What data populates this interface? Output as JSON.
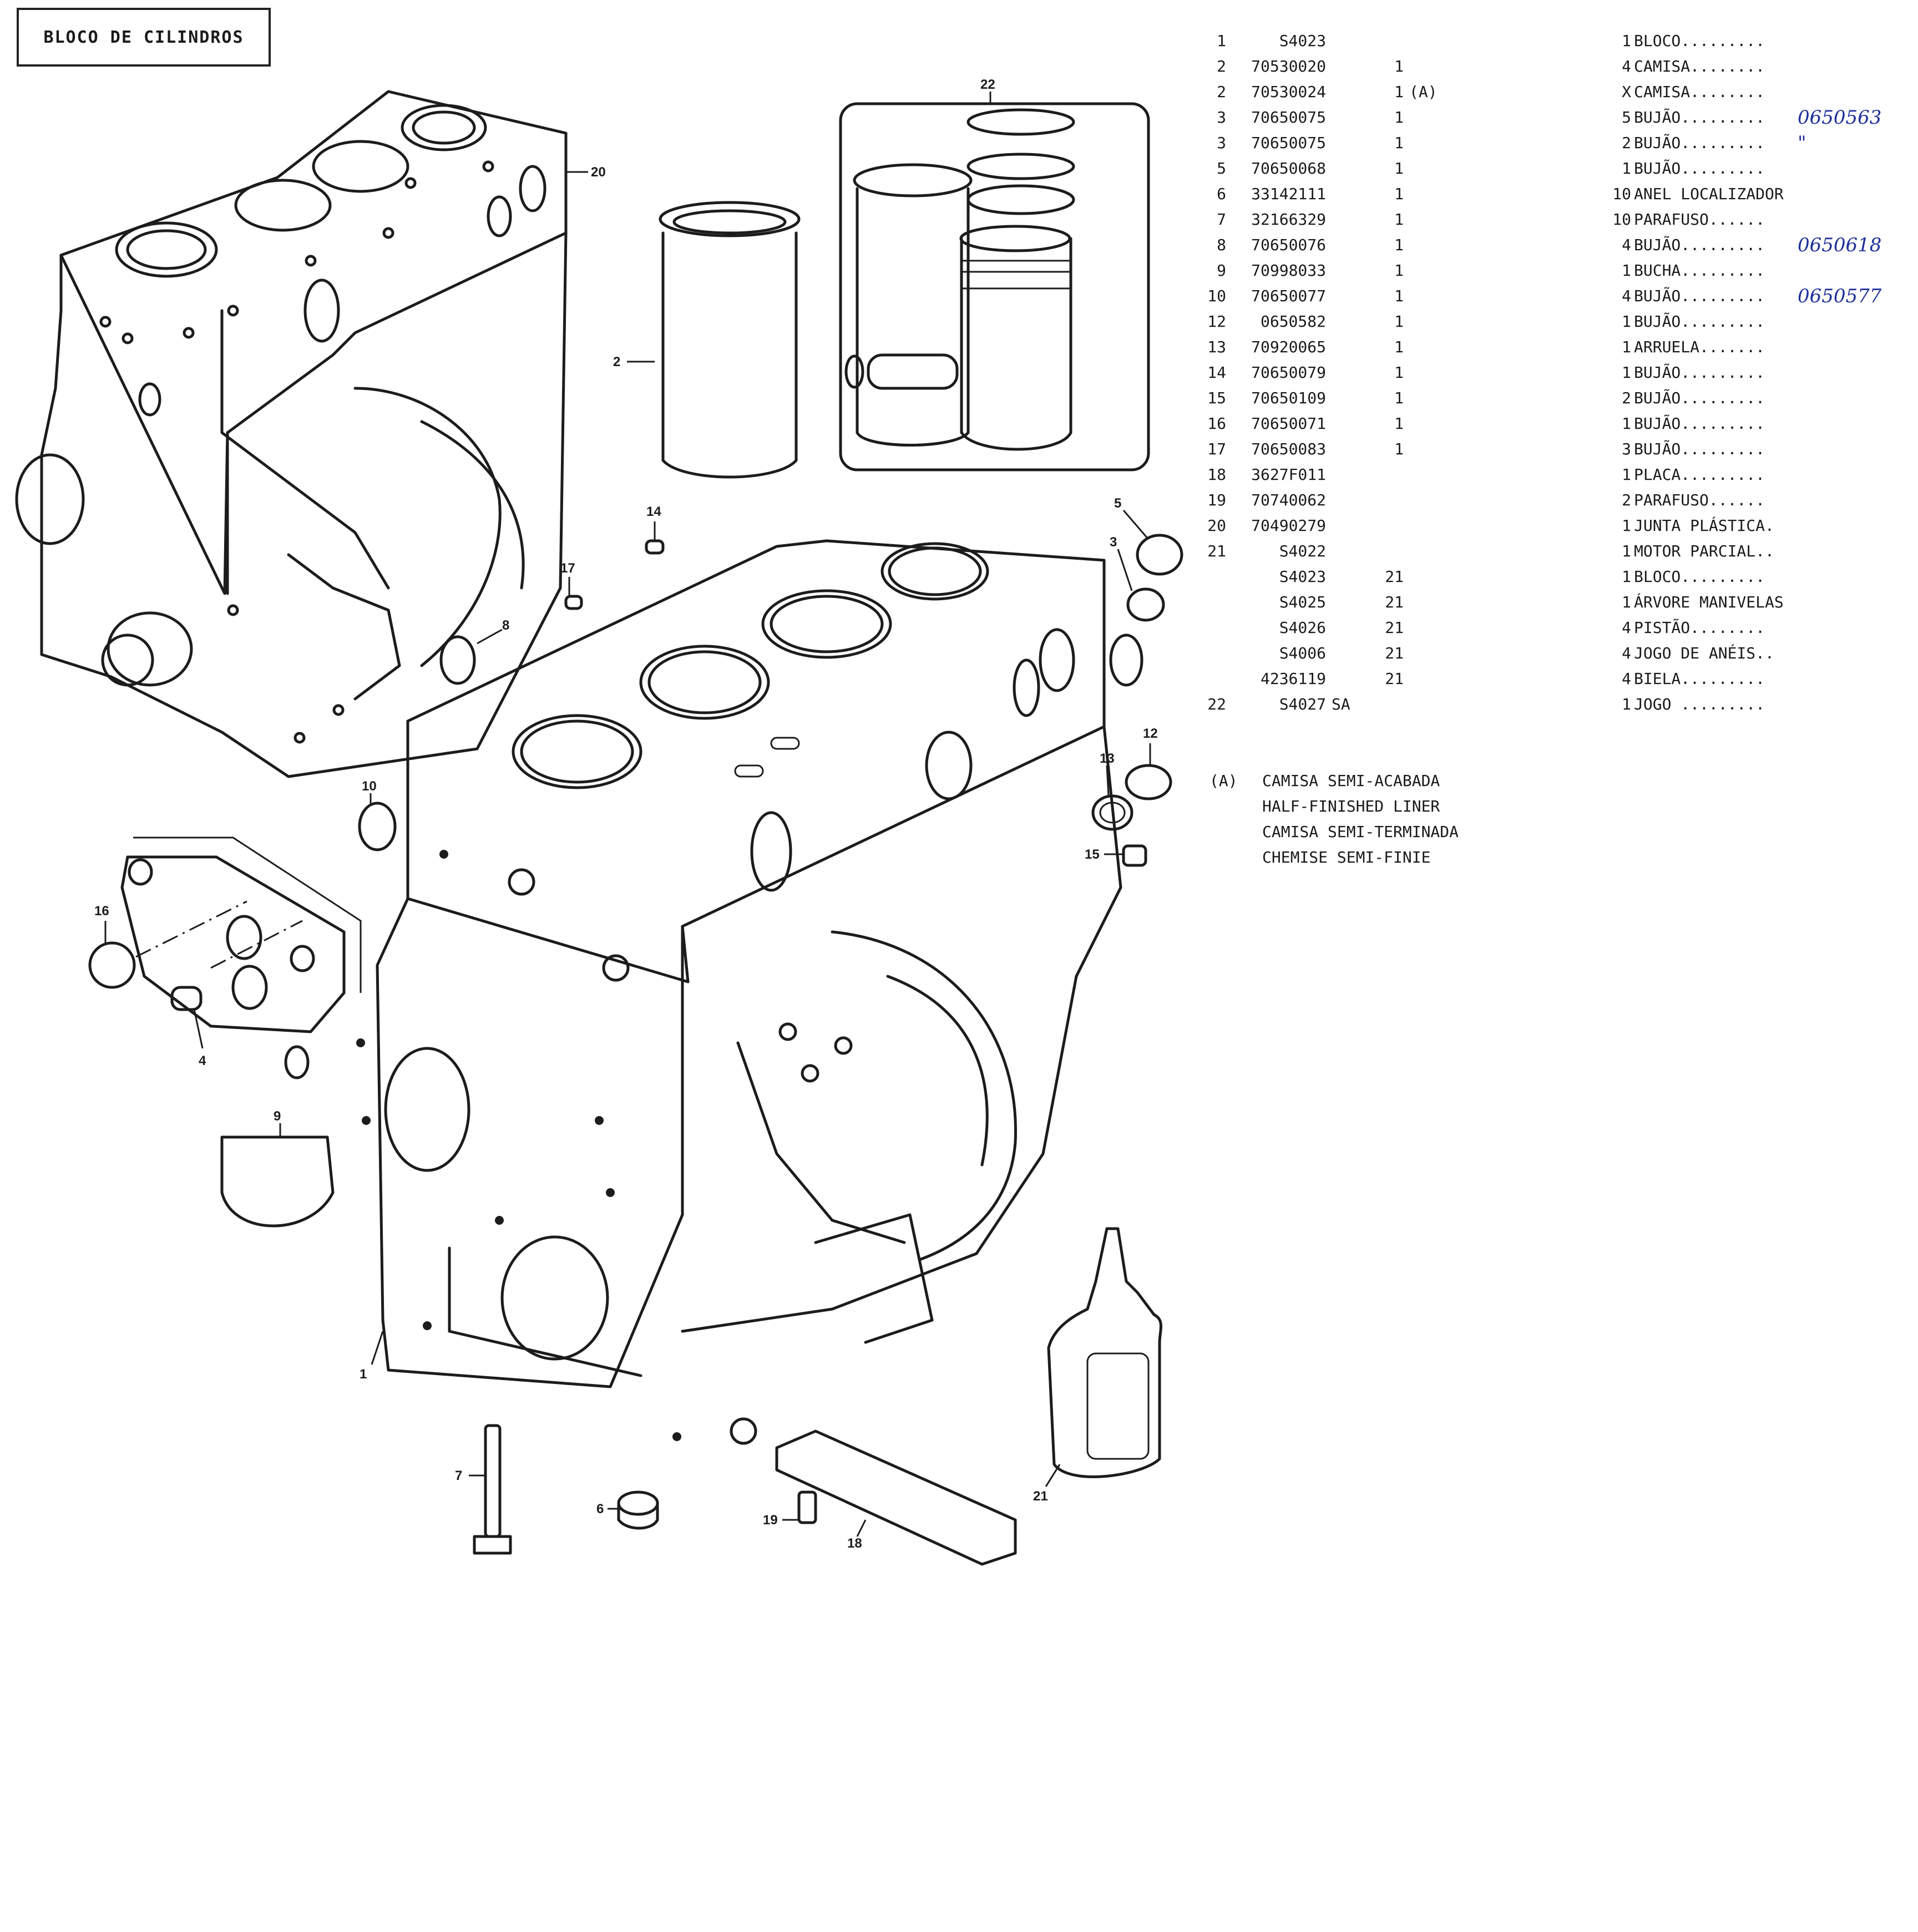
{
  "title": "BLOCO DE CILINDROS",
  "parts": [
    {
      "idx": "1",
      "part": "S4023",
      "ref": "",
      "note": "",
      "qty": "1",
      "desc": "BLOCO........."
    },
    {
      "idx": "2",
      "part": "70530020",
      "ref": "1",
      "note": "",
      "qty": "4",
      "desc": "CAMISA........"
    },
    {
      "idx": "2",
      "part": "70530024",
      "ref": "1",
      "note": "(A)",
      "qty": "X",
      "desc": "CAMISA........"
    },
    {
      "idx": "3",
      "part": "70650075",
      "ref": "1",
      "note": "",
      "qty": "5",
      "desc": "BUJÃO........."
    },
    {
      "idx": "3",
      "part": "70650075",
      "ref": "1",
      "note": "",
      "qty": "2",
      "desc": "BUJÃO........."
    },
    {
      "idx": "5",
      "part": "70650068",
      "ref": "1",
      "note": "",
      "qty": "1",
      "desc": "BUJÃO........."
    },
    {
      "idx": "6",
      "part": "33142111",
      "ref": "1",
      "note": "",
      "qty": "10",
      "desc": "ANEL LOCALIZADOR"
    },
    {
      "idx": "7",
      "part": "32166329",
      "ref": "1",
      "note": "",
      "qty": "10",
      "desc": "PARAFUSO......"
    },
    {
      "idx": "8",
      "part": "70650076",
      "ref": "1",
      "note": "",
      "qty": "4",
      "desc": "BUJÃO........."
    },
    {
      "idx": "9",
      "part": "70998033",
      "ref": "1",
      "note": "",
      "qty": "1",
      "desc": "BUCHA........."
    },
    {
      "idx": "10",
      "part": "70650077",
      "ref": "1",
      "note": "",
      "qty": "4",
      "desc": "BUJÃO........."
    },
    {
      "idx": "12",
      "part": "0650582",
      "ref": "1",
      "note": "",
      "qty": "1",
      "desc": "BUJÃO........."
    },
    {
      "idx": "13",
      "part": "70920065",
      "ref": "1",
      "note": "",
      "qty": "1",
      "desc": "ARRUELA......."
    },
    {
      "idx": "14",
      "part": "70650079",
      "ref": "1",
      "note": "",
      "qty": "1",
      "desc": "BUJÃO........."
    },
    {
      "idx": "15",
      "part": "70650109",
      "ref": "1",
      "note": "",
      "qty": "2",
      "desc": "BUJÃO........."
    },
    {
      "idx": "16",
      "part": "70650071",
      "ref": "1",
      "note": "",
      "qty": "1",
      "desc": "BUJÃO........."
    },
    {
      "idx": "17",
      "part": "70650083",
      "ref": "1",
      "note": "",
      "qty": "3",
      "desc": "BUJÃO........."
    },
    {
      "idx": "18",
      "part": "3627F011",
      "ref": "",
      "note": "",
      "qty": "1",
      "desc": "PLACA........."
    },
    {
      "idx": "19",
      "part": "70740062",
      "ref": "",
      "note": "",
      "qty": "2",
      "desc": "PARAFUSO......"
    },
    {
      "idx": "20",
      "part": "70490279",
      "ref": "",
      "note": "",
      "qty": "1",
      "desc": "JUNTA PLÁSTICA."
    },
    {
      "idx": "21",
      "part": "S4022",
      "ref": "",
      "note": "",
      "qty": "1",
      "desc": "MOTOR PARCIAL.."
    },
    {
      "idx": "",
      "part": "S4023",
      "ref": "21",
      "note": "",
      "qty": "1",
      "desc": "BLOCO........."
    },
    {
      "idx": "",
      "part": "S4025",
      "ref": "21",
      "note": "",
      "qty": "1",
      "desc": "ÁRVORE MANIVELAS"
    },
    {
      "idx": "",
      "part": "S4026",
      "ref": "21",
      "note": "",
      "qty": "4",
      "desc": "PISTÃO........"
    },
    {
      "idx": "",
      "part": "S4006",
      "ref": "21",
      "note": "",
      "qty": "4",
      "desc": "JOGO DE ANÉIS.."
    },
    {
      "idx": "",
      "part": "4236119",
      "ref": "21",
      "note": "",
      "qty": "4",
      "desc": "BIELA........."
    },
    {
      "idx": "22",
      "part": "S4027",
      "suffix": "SA",
      "ref": "",
      "note": "",
      "qty": "1",
      "desc": "JOGO ........."
    }
  ],
  "handwritten": {
    "row3": "0650563",
    "row4": "\"",
    "row8": "0650618",
    "row10": "0650577",
    "color": "#1f2f9a"
  },
  "footnote": {
    "mark": "(A)",
    "lines": [
      "CAMISA SEMI-ACABADA",
      "HALF-FINISHED LINER",
      "CAMISA SEMI-TERMINADA",
      "CHEMISE SEMI-FINIE"
    ]
  },
  "callouts": [
    "1",
    "2",
    "3",
    "4",
    "5",
    "6",
    "7",
    "8",
    "9",
    "10",
    "12",
    "13",
    "14",
    "15",
    "16",
    "17",
    "18",
    "19",
    "20",
    "21",
    "22"
  ]
}
